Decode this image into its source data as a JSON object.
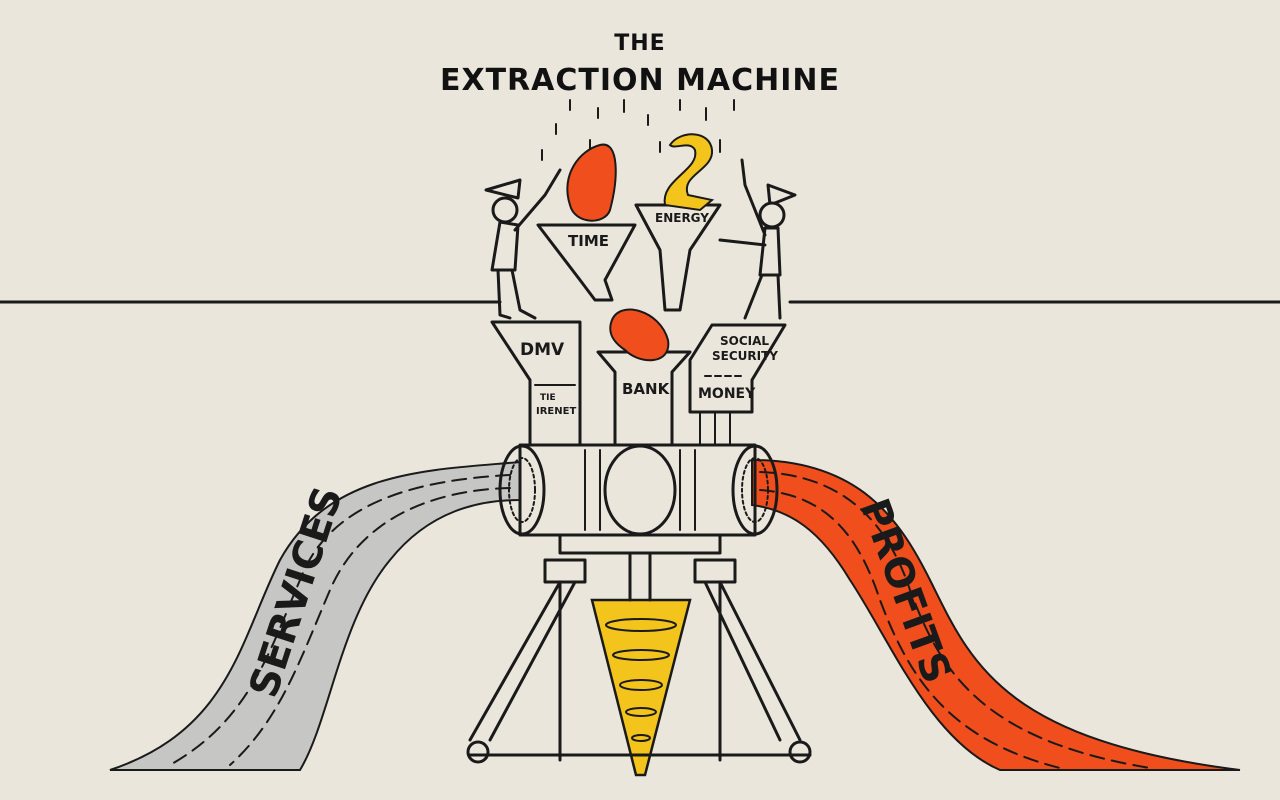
{
  "title": {
    "line1": "THE",
    "line2": "EXTRACTION MACHINE"
  },
  "funnels": {
    "time": "TIME",
    "energy": "ENERGY"
  },
  "hoppers": {
    "dmv": "DMV",
    "dmv_sub1": "TIE",
    "dmv_sub2": "IRENET",
    "bank": "BANK",
    "social1": "SOCIAL",
    "social2": "SECURITY",
    "money": "MONEY"
  },
  "streams": {
    "left": "SERVICES",
    "right": "PROFITS"
  },
  "colors": {
    "background": "#ebe6dc",
    "orange": "#f04e1d",
    "gray": "#c6c6c4",
    "yellow": "#f3c51c",
    "ink": "#1a1a1a"
  }
}
